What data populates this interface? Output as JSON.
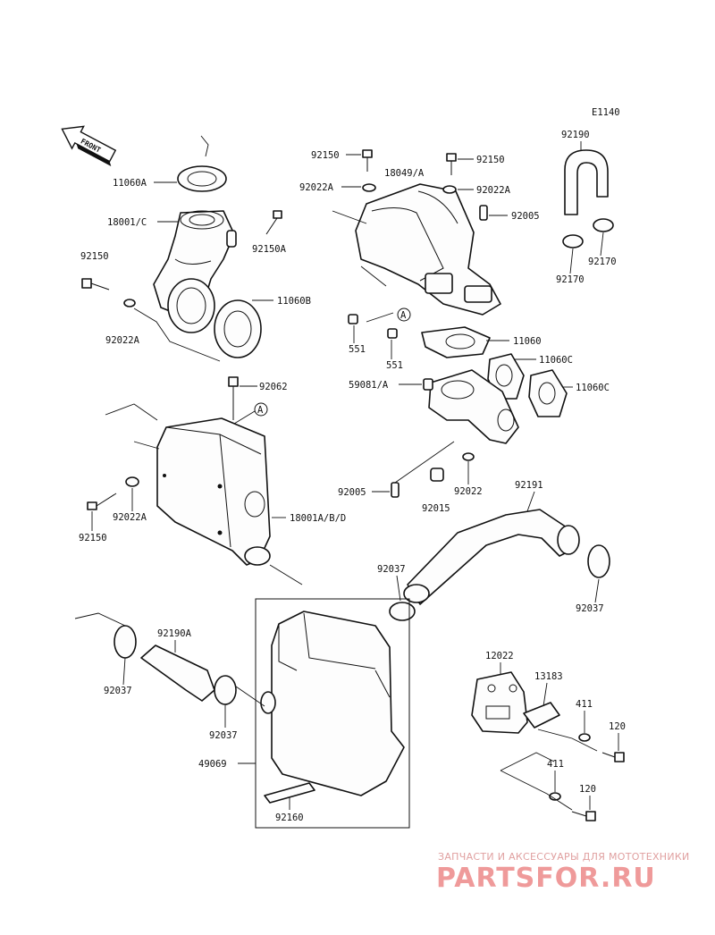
{
  "diagram_code": "E1140",
  "front_label": "FRONT",
  "callout_marker": "A",
  "watermark": {
    "line1": "ЗАПЧАСТИ И АКСЕССУАРЫ ДЛЯ МОТОТЕХНИКИ",
    "line2": "PARTSFOR.RU"
  },
  "part_labels": {
    "p11060A": "11060A",
    "p18001C": "18001/C",
    "p92150A_top": "92150A",
    "p92150_left_top": "92150",
    "p11060B": "11060B",
    "p92022A_left": "92022A",
    "p92150_mid_a": "92150",
    "p18049A": "18049/A",
    "p92150_mid_b": "92150",
    "p92022A_mid_a": "92022A",
    "p92022A_mid_b": "92022A",
    "p92005_top": "92005",
    "p551_a": "551",
    "p551_b": "551",
    "p11060": "11060",
    "p11060C_a": "11060C",
    "p11060C_b": "11060C",
    "p59081A": "59081/A",
    "p92062": "92062",
    "p92190": "92190",
    "p92170_a": "92170",
    "p92170_b": "92170",
    "p18001ABD": "18001A/B/D",
    "p92022A_low": "92022A",
    "p92150_low": "92150",
    "p92005_low": "92005",
    "p92015": "92015",
    "p92022": "92022",
    "p92191": "92191",
    "p92037_a": "92037",
    "p92037_b": "92037",
    "p92190A": "92190A",
    "p92037_c": "92037",
    "p92037_d": "92037",
    "p49069": "49069",
    "p92160": "92160",
    "p12022": "12022",
    "p13183": "13183",
    "p411_a": "411",
    "p120_a": "120",
    "p411_b": "411",
    "p120_b": "120"
  }
}
